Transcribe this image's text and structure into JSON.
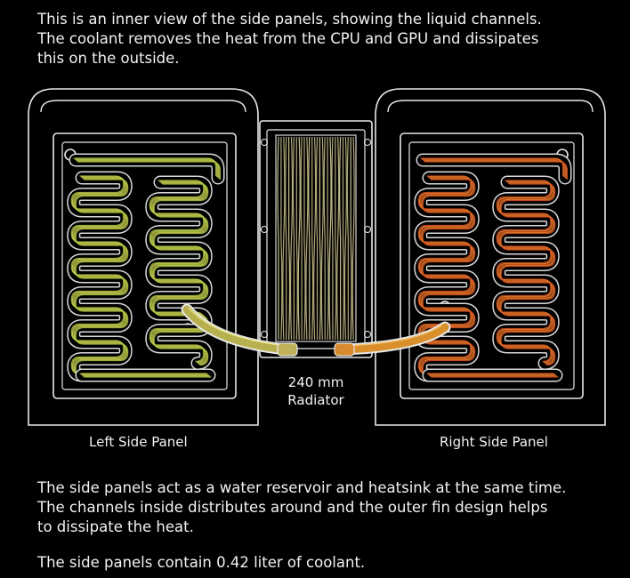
{
  "intro_lines": [
    "This is an inner view of the side panels, showing the liquid channels.",
    "The coolant removes the heat from the CPU and GPU and dissipates",
    "this on the outside."
  ],
  "labels": {
    "left_panel": "Left Side Panel",
    "right_panel": "Right Side Panel",
    "radiator_size": "240 mm",
    "radiator_name": "Radiator"
  },
  "outro_lines": [
    "The side panels act as a water reservoir and heatsink at the same time.",
    "The channels inside distributes around and the outer fin design helps",
    "to dissipate the heat."
  ],
  "coolant_line": "The side panels contain 0.42 liter of coolant.",
  "colors": {
    "background": "#000000",
    "outline": "#e8e8e8",
    "cool_coolant": "#9fbf3a",
    "cool_coolant_alt": "#d6c95a",
    "warm_coolant": "#d04a1f",
    "warm_coolant_alt": "#e58a2c",
    "radiator_fins": "#cfc48e"
  }
}
